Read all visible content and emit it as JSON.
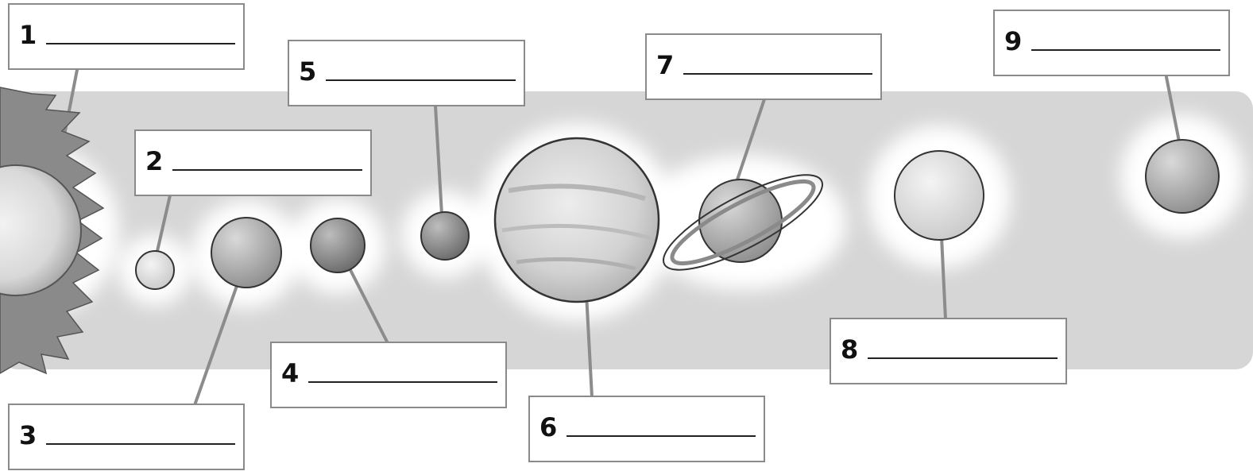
{
  "diagram": {
    "labels": [
      {
        "num": "1",
        "answer": ""
      },
      {
        "num": "2",
        "answer": ""
      },
      {
        "num": "3",
        "answer": ""
      },
      {
        "num": "4",
        "answer": ""
      },
      {
        "num": "5",
        "answer": ""
      },
      {
        "num": "6",
        "answer": ""
      },
      {
        "num": "7",
        "answer": ""
      },
      {
        "num": "8",
        "answer": ""
      },
      {
        "num": "9",
        "answer": ""
      }
    ]
  },
  "colors": {
    "band": "#d6d6d6",
    "glow": "#ffffff",
    "leader_line": "#8c8c8c",
    "box_border": "#8a8a8a",
    "sun": "#7a7a7a"
  }
}
